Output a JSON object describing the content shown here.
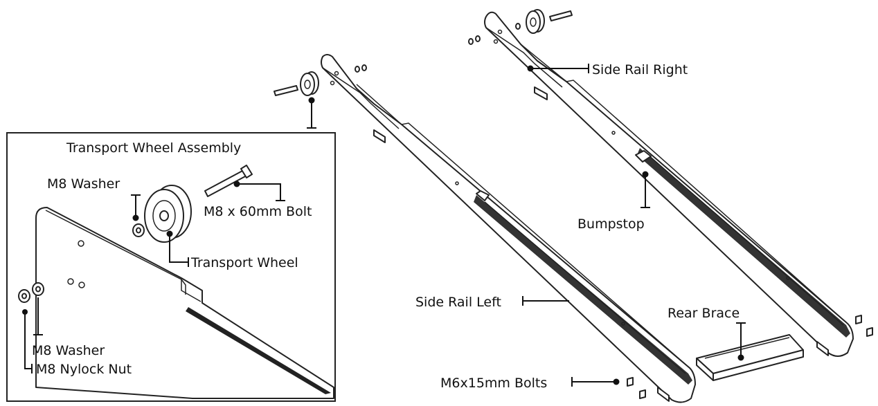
{
  "inset": {
    "title": "Transport Wheel Assembly",
    "labels": {
      "m8_washer_top": "M8 Washer",
      "bolt": "M8 x 60mm Bolt",
      "transport_wheel": "Transport Wheel",
      "m8_washer_bottom": "M8 Washer",
      "nylock_nut": "M8 Nylock Nut"
    }
  },
  "main": {
    "labels": {
      "side_rail_right": "Side Rail Right",
      "bumpstop": "Bumpstop",
      "side_rail_left": "Side Rail Left",
      "rear_brace": "Rear Brace",
      "bolts": "M6x15mm Bolts"
    }
  }
}
